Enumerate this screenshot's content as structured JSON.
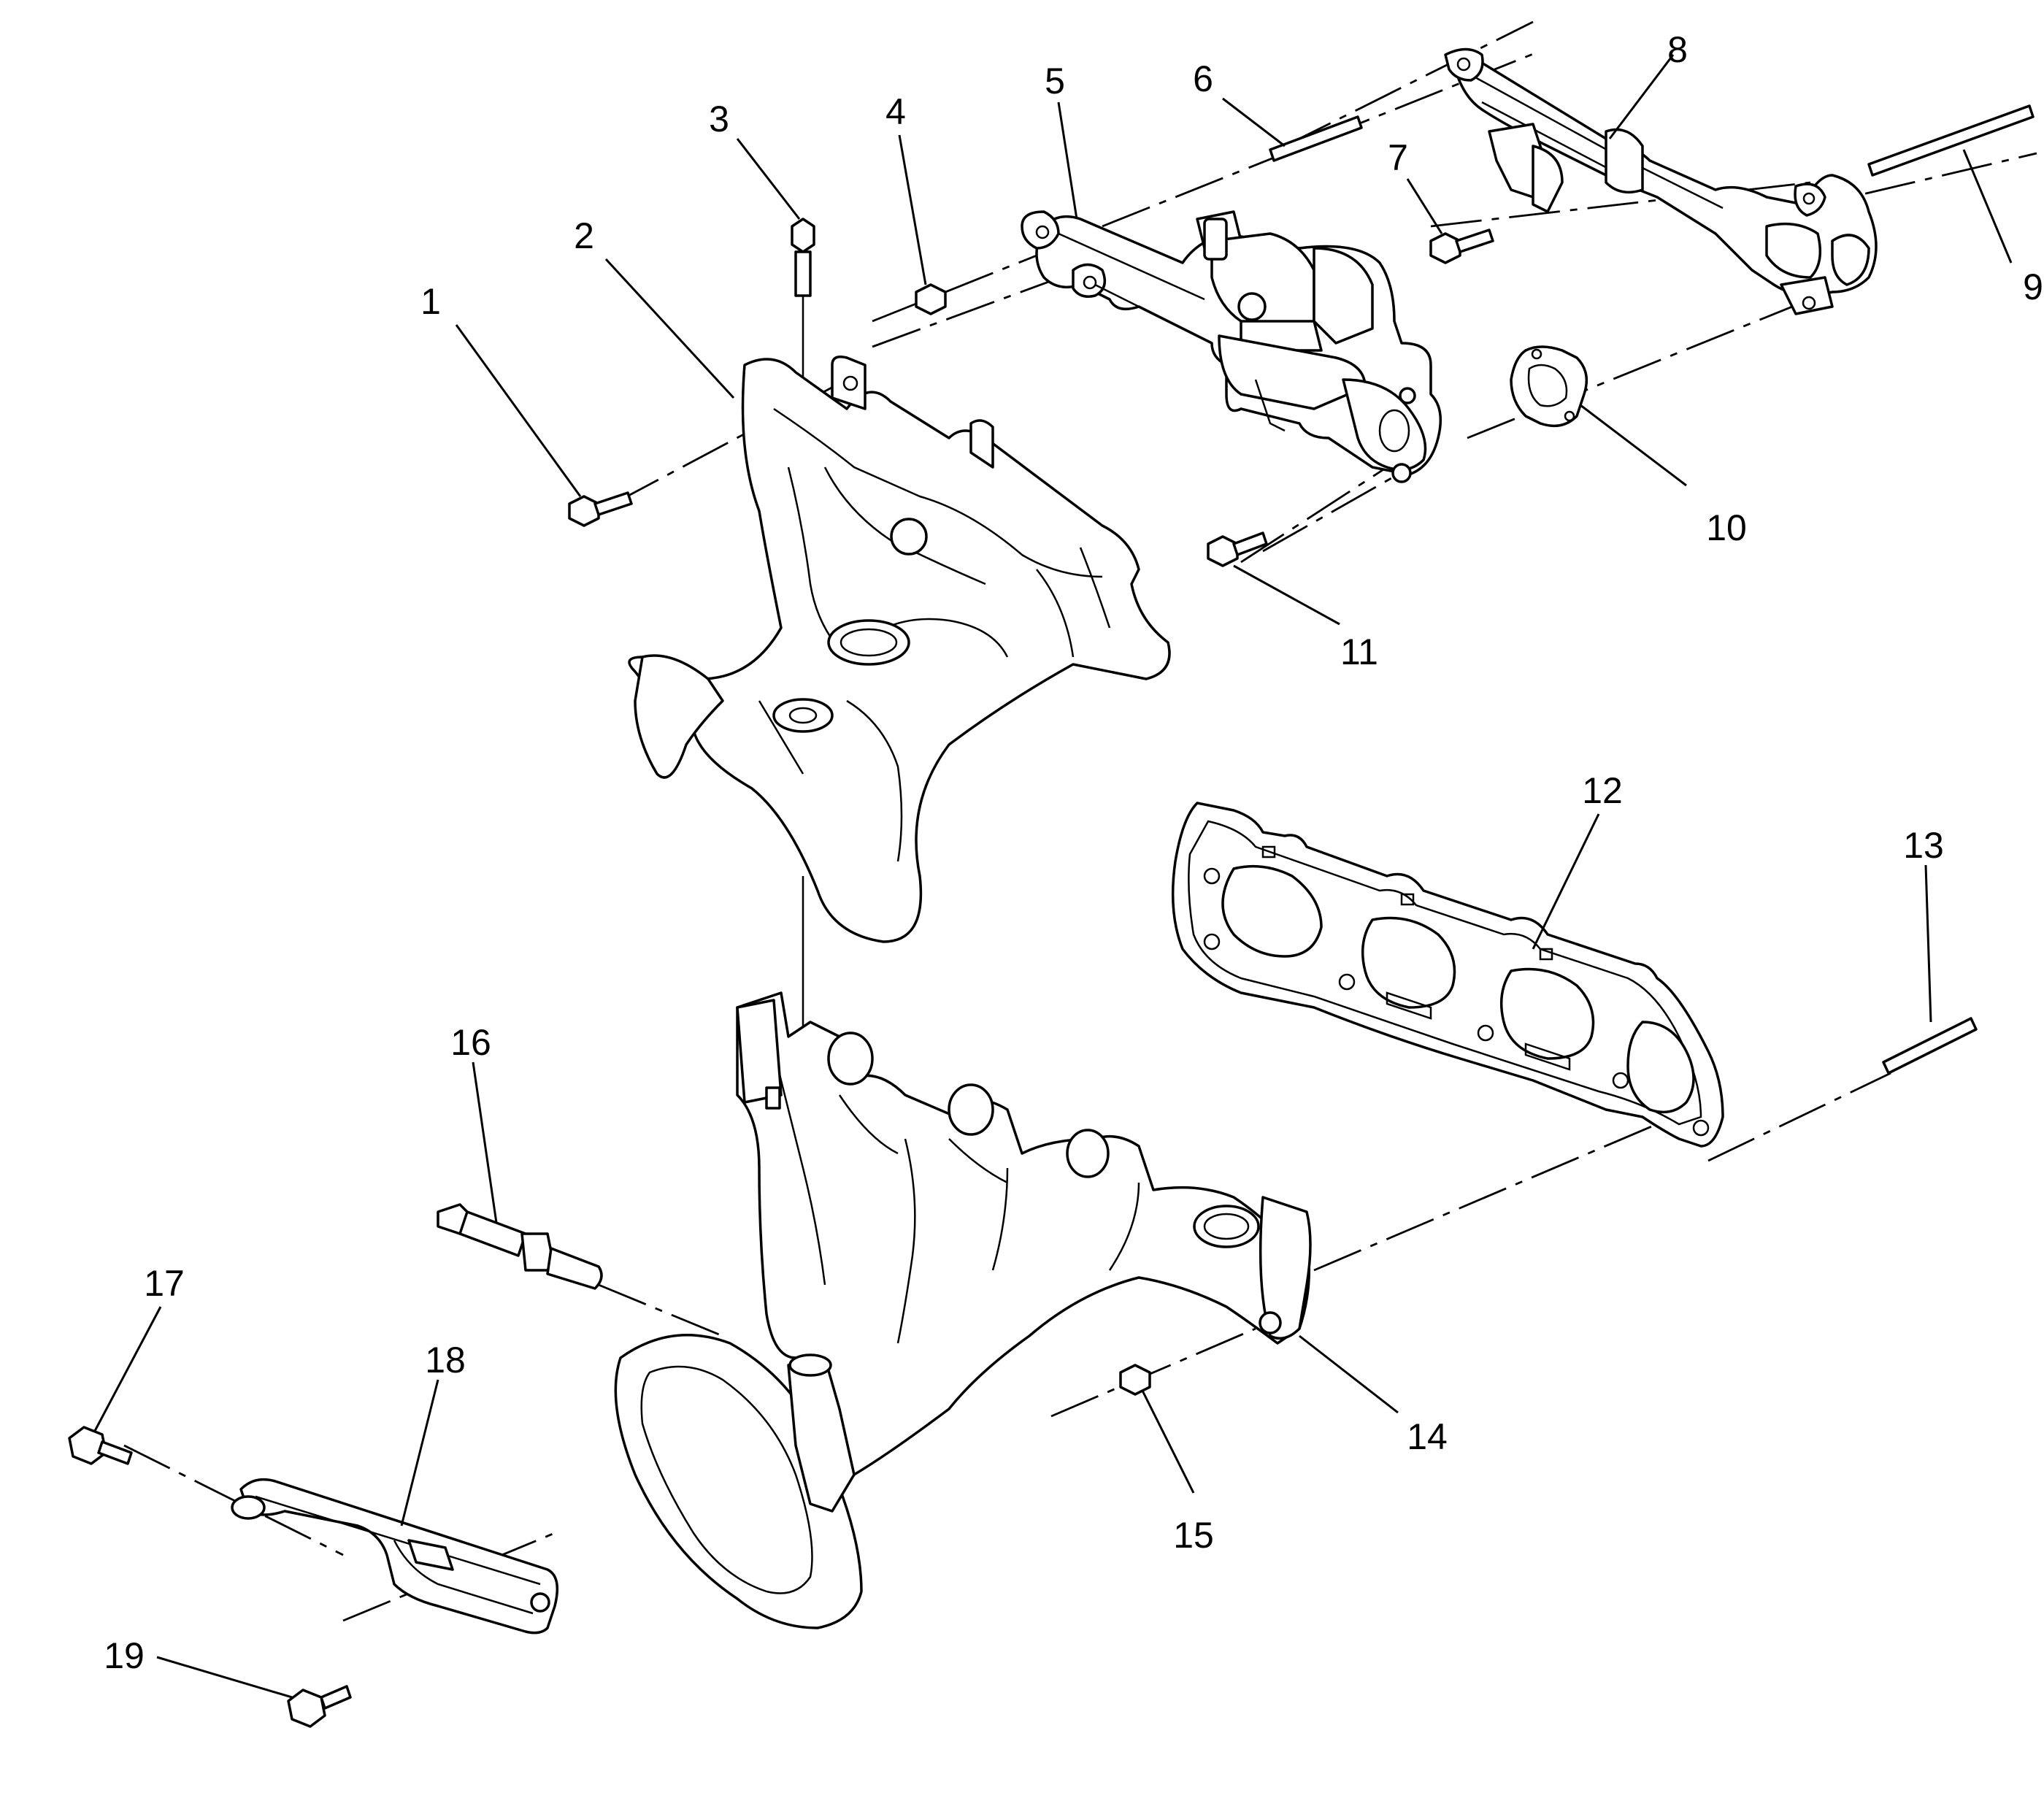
{
  "callouts": [
    {
      "id": "c1",
      "label": "1"
    },
    {
      "id": "c2",
      "label": "2"
    },
    {
      "id": "c3",
      "label": "3"
    },
    {
      "id": "c4",
      "label": "4"
    },
    {
      "id": "c5",
      "label": "5"
    },
    {
      "id": "c6",
      "label": "6"
    },
    {
      "id": "c7",
      "label": "7"
    },
    {
      "id": "c8",
      "label": "8"
    },
    {
      "id": "c9",
      "label": "9"
    },
    {
      "id": "c10",
      "label": "10"
    },
    {
      "id": "c11",
      "label": "11"
    },
    {
      "id": "c12",
      "label": "12"
    },
    {
      "id": "c13",
      "label": "13"
    },
    {
      "id": "c14",
      "label": "14"
    },
    {
      "id": "c15",
      "label": "15"
    },
    {
      "id": "c16",
      "label": "16"
    },
    {
      "id": "c17",
      "label": "17"
    },
    {
      "id": "c18",
      "label": "18"
    },
    {
      "id": "c19",
      "label": "19"
    }
  ]
}
